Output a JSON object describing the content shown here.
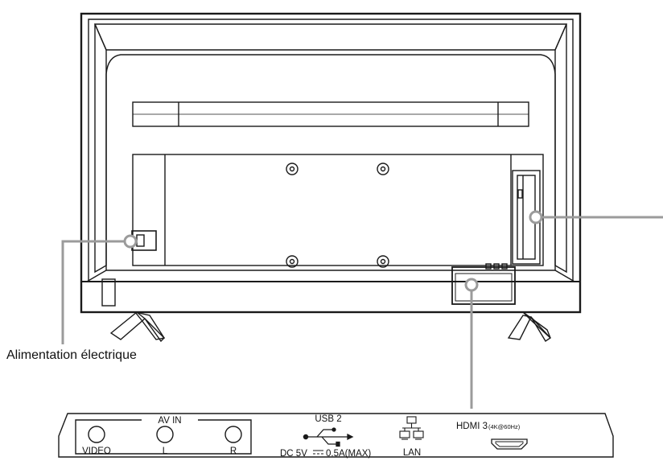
{
  "callouts": {
    "power": "Alimentation électrique"
  },
  "panel": {
    "av_in": "AV IN",
    "video": "VIDEO",
    "left": "L",
    "right": "R",
    "usb": "USB 2",
    "dc_prefix": "DC 5V",
    "dc_suffix": "0.5A(MAX)",
    "lan": "LAN",
    "hdmi": "HDMI 3",
    "hdmi_spec": "(4K@60Hz)"
  }
}
